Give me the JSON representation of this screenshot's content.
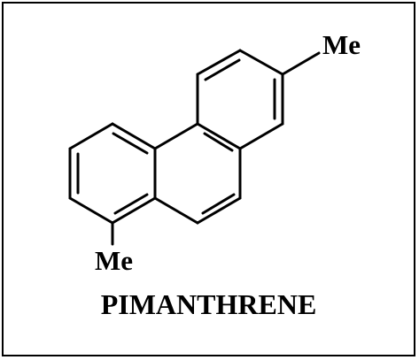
{
  "molecule": {
    "name": "PIMANTHRENE",
    "substituent_labels": [
      "Me",
      "Me"
    ]
  },
  "colors": {
    "background": "#ffffff",
    "ink": "#000000"
  }
}
